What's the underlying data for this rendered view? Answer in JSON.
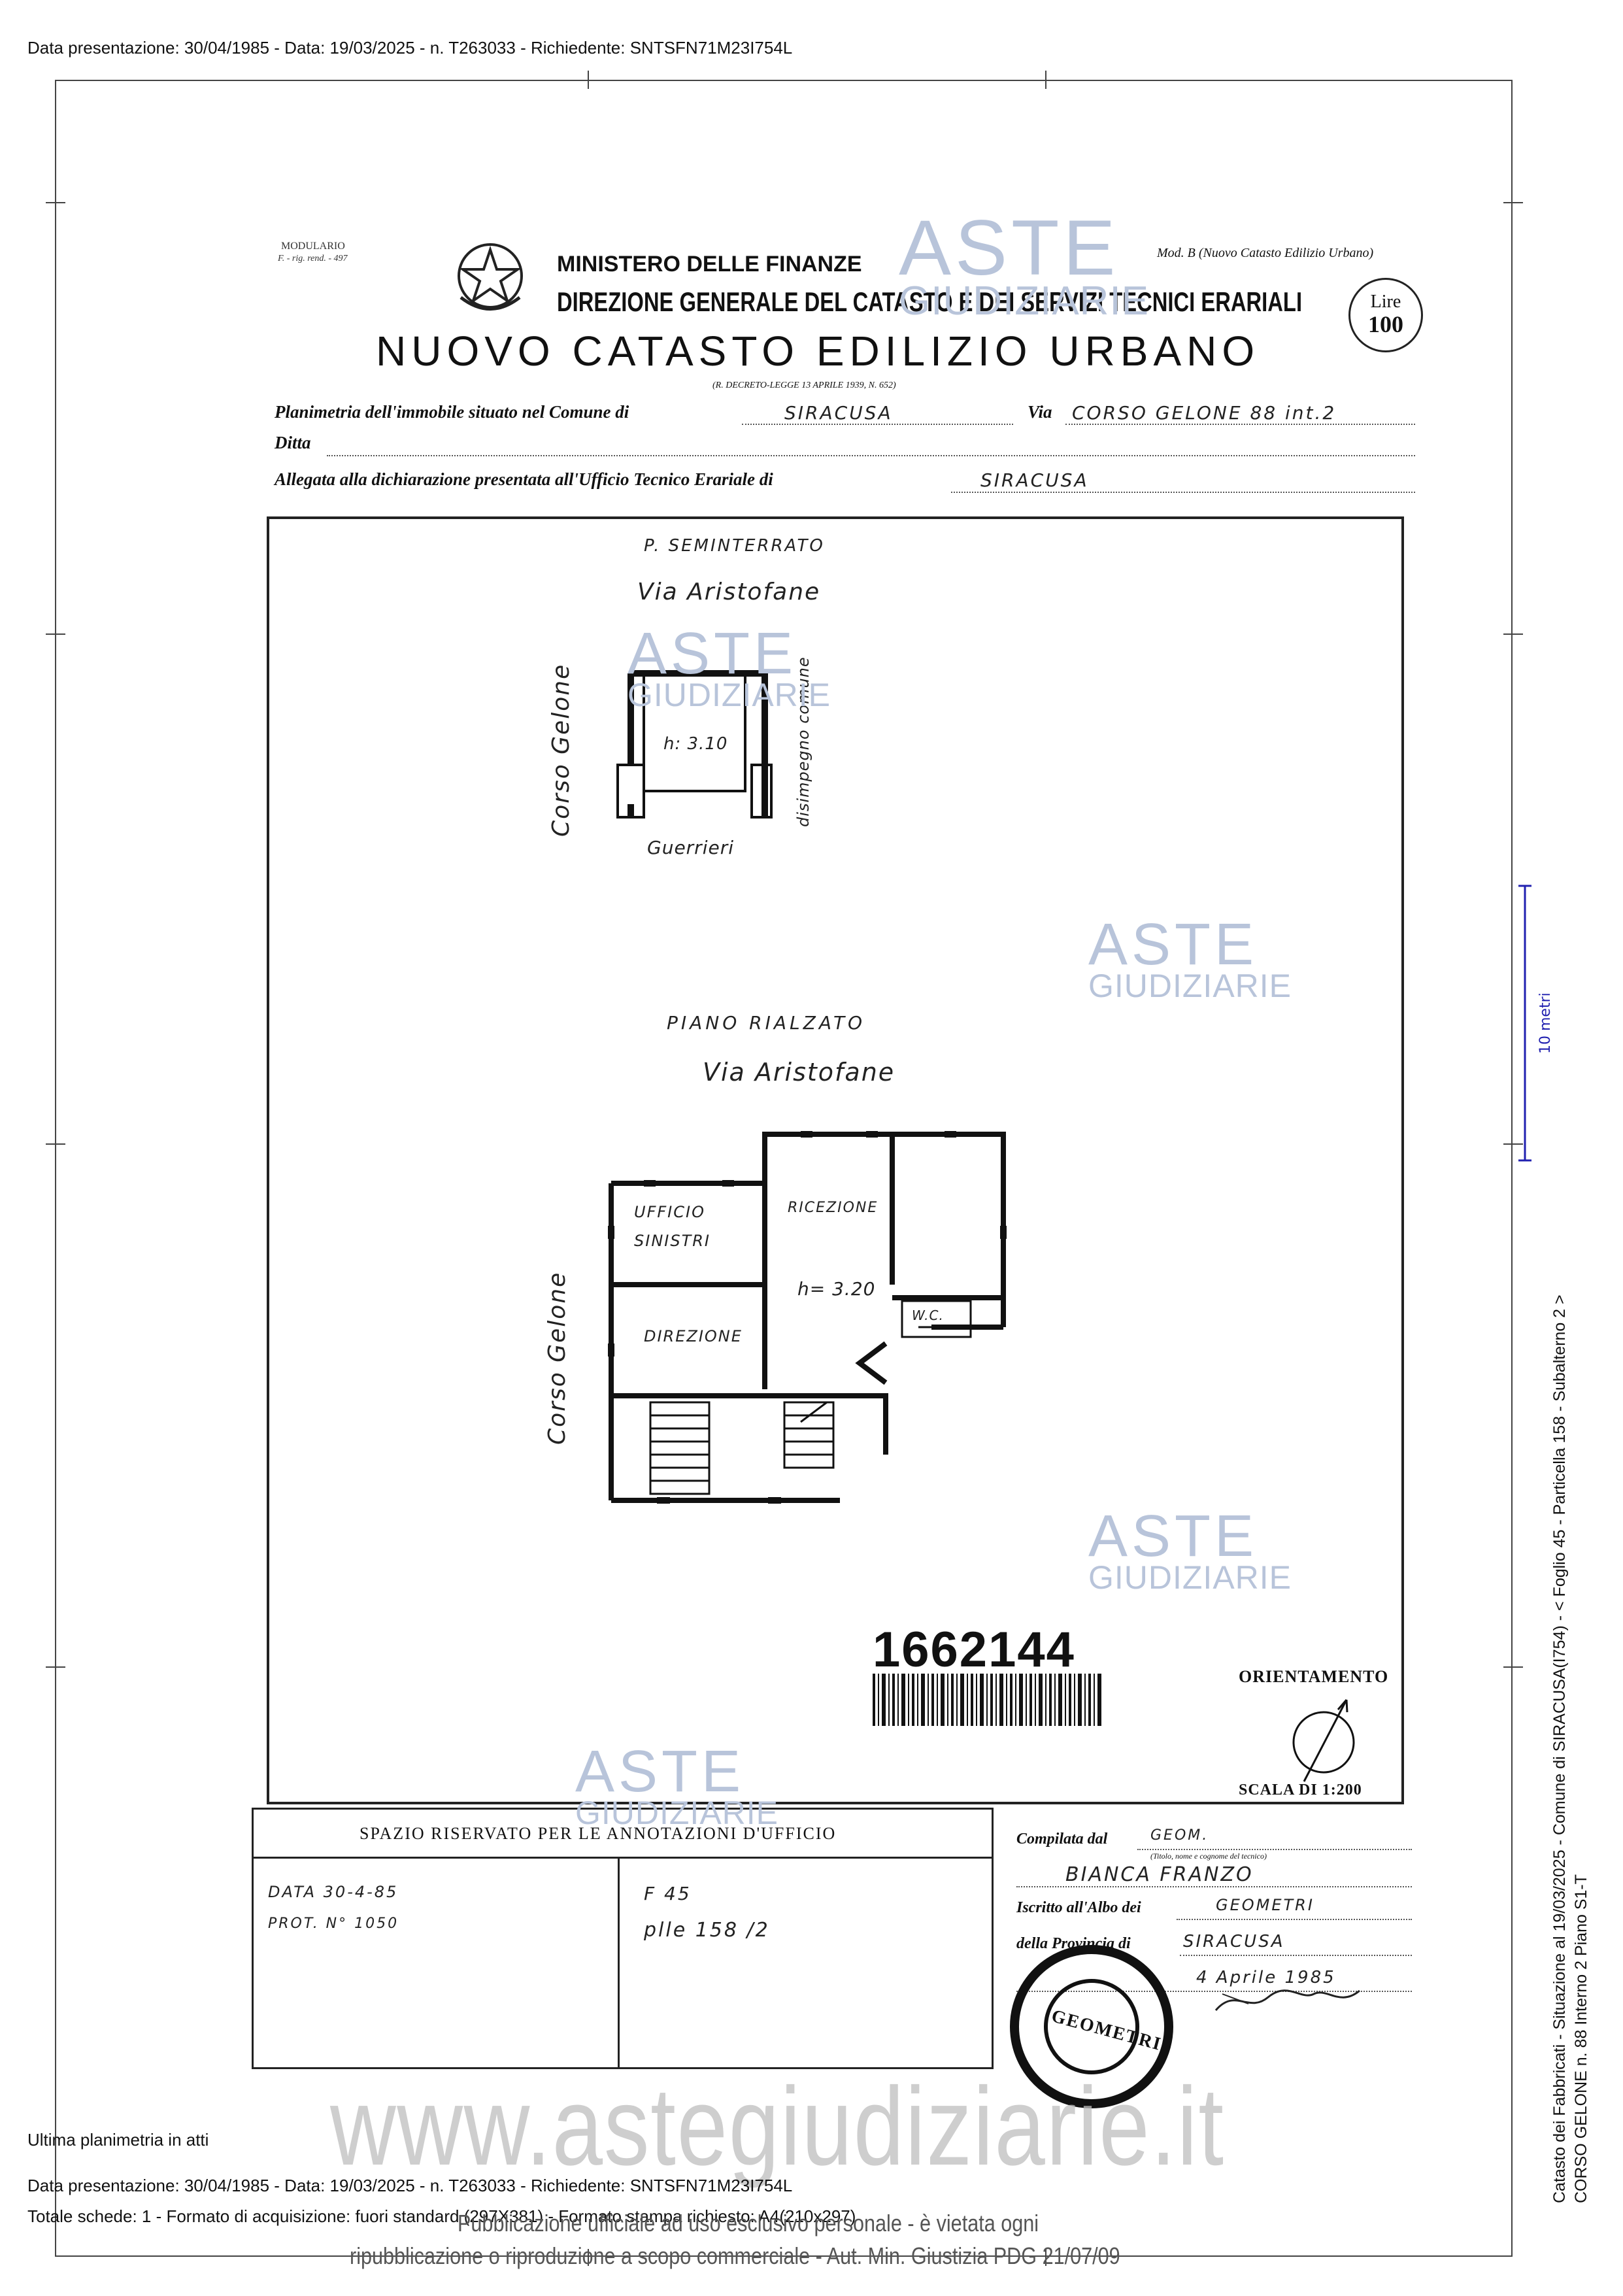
{
  "header_line": "Data presentazione: 30/04/1985 - Data: 19/03/2025 - n. T263033 - Richiedente: SNTSFN71M23I754L",
  "form": {
    "modulario": "MODULARIO",
    "modulario_sub": "F. - rig. rend. - 497",
    "ministry": "MINISTERO DELLE FINANZE",
    "direction": "DIREZIONE GENERALE DEL CATASTO E DEI SERVIZI TECNICI ERARIALI",
    "mod": "Mod. B (Nuovo Catasto Edilizio Urbano)",
    "stamp_lire": "Lire",
    "stamp_value": "100",
    "title": "NUOVO CATASTO EDILIZIO URBANO",
    "decree": "(R. DECRETO-LEGGE 13 APRILE 1939, N. 652)",
    "planimetria_label": "Planimetria dell'immobile situato nel Comune di",
    "comune_value": "SIRACUSA",
    "via_label": "Via",
    "via_value": "CORSO GELONE 88 int.2",
    "ditta_label": "Ditta",
    "allegata_label": "Allegata alla dichiarazione presentata all'Ufficio Tecnico Erariale di",
    "ufficio_value": "SIRACUSA"
  },
  "plan": {
    "basement_title": "P. SEMINTERRATO",
    "basement_street_top": "Via Aristofane",
    "basement_street_left": "Corso Gelone",
    "basement_street_bottom": "Guerrieri",
    "basement_height": "h: 3.10",
    "basement_corridor": "disimpegno comune",
    "ground_title": "PIANO RIALZATO",
    "ground_street_top": "Via Aristofane",
    "ground_street_left": "Corso Gelone",
    "room_ufficio": "UFFICIO SINISTRI",
    "room_ricezione": "RICEZIONE",
    "room_direzione": "DIREZIONE",
    "room_wc": "W.C.",
    "ground_height": "h= 3.20",
    "barcode_number": "1662144",
    "orientation": "ORIENTAMENTO",
    "scale": "SCALA DI 1:200"
  },
  "annotations": {
    "title": "SPAZIO RISERVATO PER LE ANNOTAZIONI D'UFFICIO",
    "data": "DATA 30-4-85",
    "prot": "PROT. N° 1050",
    "foglio": "F 45",
    "particella": "plle 158 /2",
    "compilata_label": "Compilata dal",
    "compilata_value": "GEOM.",
    "titolo_note": "(Titolo, nome e cognome del tecnico)",
    "tecnico": "BIANCA FRANZO",
    "iscritto_label": "Iscritto all'Albo dei",
    "iscritto_value": "GEOMETRI",
    "provincia_label": "della Provincia di",
    "provincia_value": "SIRACUSA",
    "date_value": "4 Aprile 1985",
    "stamp_text": "GEOMETRI"
  },
  "scale_bar_label": "10 metri",
  "side_text_1": "Catasto dei Fabbricati - Situazione al 19/03/2025 - Comune di SIRACUSA(I754) - < Foglio 45 - Particella 158 - Subalterno 2 >",
  "side_text_2": "CORSO GELONE n. 88 Interno 2 Piano S1-T",
  "watermark": {
    "aste": "ASTE",
    "giudiziarie": "GIUDIZIARIE",
    "url": "www.astegiudiziarie.it"
  },
  "footer": {
    "ultima": "Ultima planimetria in atti",
    "line1": "Data presentazione: 30/04/1985 - Data: 19/03/2025 - n. T263033 - Richiedente: SNTSFN71M23I754L",
    "line2": "Totale schede: 1 - Formato di acquisizione: fuori standard (297X381) - Formato stampa richiesto: A4(210x297)",
    "notice1": "Pubblicazione ufficiale ad uso esclusivo personale - è vietata ogni",
    "notice2": "ripubblicazione o riproduzione a scopo commerciale - Aut. Min. Giustizia PDG 21/07/09"
  }
}
